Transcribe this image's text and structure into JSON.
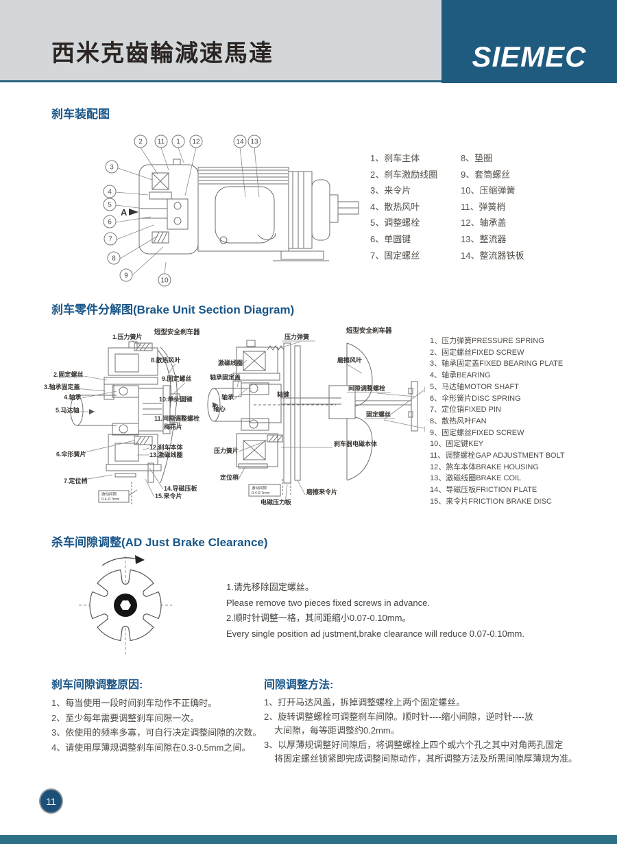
{
  "colors": {
    "header_bg": "#d4d7d9",
    "brand_bg": "#1f5a7f",
    "accent_blue": "#1a5688",
    "footer_band": "#2e7187",
    "page_badge": "#1d5078"
  },
  "header": {
    "title": "西米克齒輪減速馬達",
    "brand": "SIEMEC"
  },
  "assembly": {
    "title": "刹车装配图",
    "label_a": "A",
    "callouts_top": [
      "2",
      "11",
      "1",
      "12",
      "14",
      "13"
    ],
    "callouts_left": [
      "3",
      "4",
      "5",
      "6",
      "7",
      "8",
      "9"
    ],
    "callouts_bottom": [
      "10"
    ],
    "parts_left": [
      "1、刹车主体",
      "2、刹车激励线圈",
      "3、来令片",
      "4、散热风叶",
      "5、调整螺栓",
      "6、单圆键",
      "7、固定螺丝"
    ],
    "parts_right": [
      "8、垫圈",
      "9、套筒螺丝",
      "10、压缩弹簧",
      "11、弹簧梢",
      "12、轴承盖",
      "13、整流器",
      "14、整流器铁板"
    ]
  },
  "section_diagram": {
    "title": "刹车零件分解图(Brake Unit Section Diagram)",
    "left": {
      "title": "短型安全刹车器",
      "l1": "1.压力簧片",
      "l2": "2.固定螺丝",
      "l3": "3.轴承固定盖",
      "l4": "4.轴承",
      "l5": "5.马达轴",
      "l6": "6.伞形簧片",
      "l7": "7.定位梢",
      "l8": "8.散热风叶",
      "l9": "9.固定螺丝",
      "l10": "10.单头圆键",
      "l11a": "11.间隙调整螺栓",
      "l11b": "梅花片",
      "l12": "12.刹车本体",
      "l13": "13.激磁线圈",
      "l14": "14.导磁压板",
      "l15": "15.来令片",
      "gap1": "游动间隙",
      "gap2": "0.4-0.7mm"
    },
    "right": {
      "title": "短型安全刹车器",
      "r1": "压力弹簧",
      "r2": "激磁线圈",
      "r3": "轴承固定盖",
      "r4": "轴承",
      "r5": "轴心",
      "r6": "压力簧片",
      "r7": "定位梢",
      "r8": "磨擦风叶",
      "r9": "间隙调整螺栓",
      "r10": "轴键",
      "r11": "固定螺丝",
      "r12": "刹车器电磁本体",
      "r13": "磨擦来令片",
      "r14": "电磁压力板",
      "gap1": "游动间隙",
      "gap2": "0.4-0.7mm"
    },
    "parts": [
      "1、压力弹簧PRESSURE SPRING",
      "2、固定螺丝FIXED SCREW",
      "3、轴承固定盖FIXED BEARING PLATE",
      "4、轴承BEARING",
      "5、马达轴MOTOR SHAFT",
      "6、伞形簧片DISC SPRING",
      "7、定位销FIXED PIN",
      "8、散热风叶FAN",
      "9、固定螺丝FIXED SCREW",
      "10、固定键KEY",
      "11、调整螺栓GAP ADJUSTMENT BOLT",
      "12、煞车本体BRAKE HOUSING",
      "13、激磁线圈BRAKE COIL",
      "14、导磁压板FRICTION PLATE",
      "15、来令片FRICTION BRAKE DISC"
    ]
  },
  "clearance": {
    "title": "杀车间隙调整(AD Just Brake Clearance)",
    "lines": [
      "1.请先移除固定螺丝。",
      "Please remove two pieces fixed screws in advance.",
      "2.顺时针调整一格，其间距缩小0.07-0.10mm。",
      "Every single position ad justment,brake clearance will reduce 0.07-0.10mm."
    ]
  },
  "reasons": {
    "title": "刹车间隙调整原因:",
    "items": [
      "1、每当使用一段时间刹车动作不正确时。",
      "2、至少每年需要调整刹车间隙一次。",
      "3、依使用的频率多寡，可自行决定调整间隙的次数。",
      "4、请使用厚薄规调整刹车间隙在0.3-0.5mm之间。"
    ]
  },
  "methods": {
    "title": "间隙调整方法:",
    "lines": [
      "1、打开马达风盖，拆掉调整螺栓上两个固定螺丝。",
      "2、旋转调整螺栓可调整刹车间隙。顺时针----缩小间隙，逆时针----放",
      "大间隙，每等距调整约0.2mm。",
      "3、以厚薄规调整好间隙后，将调整螺栓上四个或六个孔之其中对角两孔固定",
      "将固定螺丝锁紧即完成调整间隙动作，其所调整方法及所需间隙厚薄规为准。"
    ]
  },
  "footer": {
    "page": "11"
  }
}
